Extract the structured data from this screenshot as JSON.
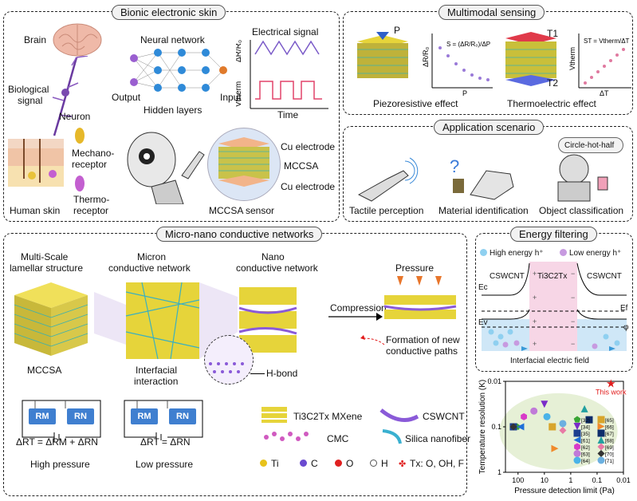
{
  "panels": {
    "bionic": {
      "title": "Bionic electronic skin",
      "brain": "Brain",
      "bio_signal_1": "Biological",
      "bio_signal_2": "signal",
      "neuron": "Neuron",
      "neural_network": "Neural network",
      "output": "Output",
      "input": "Input",
      "hidden_layers": "Hidden layers",
      "electrical_signal": "Electrical signal",
      "y_top": "ΔR/R₀",
      "y_bottom": "Vtherm",
      "time": "Time",
      "mechano_1": "Mechano-",
      "mechano_2": "receptor",
      "thermo_1": "Thermo-",
      "thermo_2": "receptor",
      "human_skin": "Human skin",
      "cu_top": "Cu electrode",
      "mccsa": "MCCSA",
      "cu_bottom": "Cu electrode",
      "sensor": "MCCSA sensor"
    },
    "multimodal": {
      "title": "Multimodal sensing",
      "p": "P",
      "y_label": "ΔR/R₀",
      "x_label": "P",
      "formula_s": "S = (ΔR/R₀)/ΔP",
      "piezo": "Piezoresistive effect",
      "t1": "T1",
      "t2": "T2",
      "vtherm": "Vtherm",
      "dt": "ΔT",
      "formula_st": "ST = Vtherm/ΔT",
      "thermo": "Thermoelectric effect"
    },
    "application": {
      "title": "Application scenario",
      "bubble": "Circle-hot-half",
      "tactile": "Tactile perception",
      "material": "Material identification",
      "object": "Object classification"
    },
    "micronano": {
      "title": "Micro-nano conductive networks",
      "multiscale_1": "Multi-Scale",
      "multiscale_2": "lamellar structure",
      "micron_1": "Micron",
      "micron_2": "conductive network",
      "nano_1": "Nano",
      "nano_2": "conductive network",
      "pressure": "Pressure",
      "compression": "Compression",
      "mccsa": "MCCSA",
      "interfacial_1": "Interfacial",
      "interfacial_2": "interaction",
      "hbond": "H-bond",
      "new_paths_1": "Formation of new",
      "new_paths_2": "conductive paths",
      "rm": "RM",
      "rn": "RN",
      "eq_high": "ΔRT = ΔRM + ΔRN",
      "eq_low": "ΔRT = ΔRN",
      "high_pressure": "High pressure",
      "low_pressure": "Low pressure",
      "legend_mxene": "Ti3C2Tx MXene",
      "legend_cswcnt": "CSWCNT",
      "legend_cmc": "CMC",
      "legend_silica": "Silica nanofiber",
      "atoms": [
        "Ti",
        "C",
        "O",
        "H",
        "Tx: O, OH, F"
      ]
    },
    "energy": {
      "title": "Energy filtering",
      "high": "High energy h⁺",
      "low": "Low energy h⁺",
      "left": "CSWCNT",
      "middle": "Ti3C2Tx",
      "right": "CSWCNT",
      "ec": "Ec",
      "ev": "Ev",
      "ef": "Ef",
      "phi": "φ",
      "field": "Interfacial electric field"
    }
  },
  "colors": {
    "accent_blue": "#3f7fd0",
    "mxene_yellow": "#e8d43a",
    "band_pink": "#f7d6e6",
    "ellipse_green": "#e6f0d6",
    "star_red": "#e21b1b"
  },
  "chart_data": {
    "type": "scatter",
    "xlabel": "Pressure detection limit (Pa)",
    "ylabel": "Temperature resolution (K)",
    "x_scale": "log-reversed",
    "y_scale": "log-reversed",
    "xlim": [
      300,
      0.01
    ],
    "ylim": [
      1,
      0.01
    ],
    "x_ticks": [
      "100",
      "10",
      "1",
      "0.1",
      "0.01"
    ],
    "y_ticks": [
      "0.01",
      "0.1",
      "1"
    ],
    "annotation": "This work",
    "series": [
      {
        "name": "This work",
        "x": [
          0.03
        ],
        "y": [
          0.011
        ],
        "marker": "star",
        "color": "#e21b1b"
      },
      {
        "name": "[32]",
        "x": [
          110
        ],
        "y": [
          0.1
        ],
        "marker": "pentagon",
        "color": "#3aa535"
      },
      {
        "name": "[34]",
        "x": [
          10
        ],
        "y": [
          0.032
        ],
        "marker": "triangle-down",
        "color": "#7a2bc8"
      },
      {
        "name": "[35]",
        "x": [
          150
        ],
        "y": [
          0.1
        ],
        "marker": "square",
        "color": "#1d3f8f"
      },
      {
        "name": "[61]",
        "x": [
          80
        ],
        "y": [
          0.1
        ],
        "marker": "triangle-left",
        "color": "#1e6fd8"
      },
      {
        "name": "[62]",
        "x": [
          60
        ],
        "y": [
          0.06
        ],
        "marker": "hexagon",
        "color": "#d83bc8"
      },
      {
        "name": "[63]",
        "x": [
          25
        ],
        "y": [
          0.045
        ],
        "marker": "circle",
        "color": "#c07ad8"
      },
      {
        "name": "[64]",
        "x": [
          8
        ],
        "y": [
          0.06
        ],
        "marker": "circle-half",
        "color": "#4ab3e8"
      },
      {
        "name": "[65]",
        "x": [
          5
        ],
        "y": [
          0.1
        ],
        "marker": "square-half",
        "color": "#d8a52b"
      },
      {
        "name": "[66]",
        "x": [
          4
        ],
        "y": [
          0.3
        ],
        "marker": "triangle-right",
        "color": "#f08a2b"
      },
      {
        "name": "[67]",
        "x": [
          0.2
        ],
        "y": [
          0.07
        ],
        "marker": "square",
        "color": "#0e2d6b"
      },
      {
        "name": "[68]",
        "x": [
          0.3
        ],
        "y": [
          0.04
        ],
        "marker": "triangle-up",
        "color": "#22a0a0"
      },
      {
        "name": "[69]",
        "x": [
          2
        ],
        "y": [
          0.12
        ],
        "marker": "diamond-half",
        "color": "#e87aa5"
      },
      {
        "name": "[70]",
        "x": [
          150
        ],
        "y": [
          0.1
        ],
        "marker": "diamond-half",
        "color": "#333333"
      },
      {
        "name": "[71]",
        "x": [
          2
        ],
        "y": [
          0.085
        ],
        "marker": "circle",
        "color": "#6bb0e0"
      }
    ],
    "legend_placement": "bottom-right"
  }
}
